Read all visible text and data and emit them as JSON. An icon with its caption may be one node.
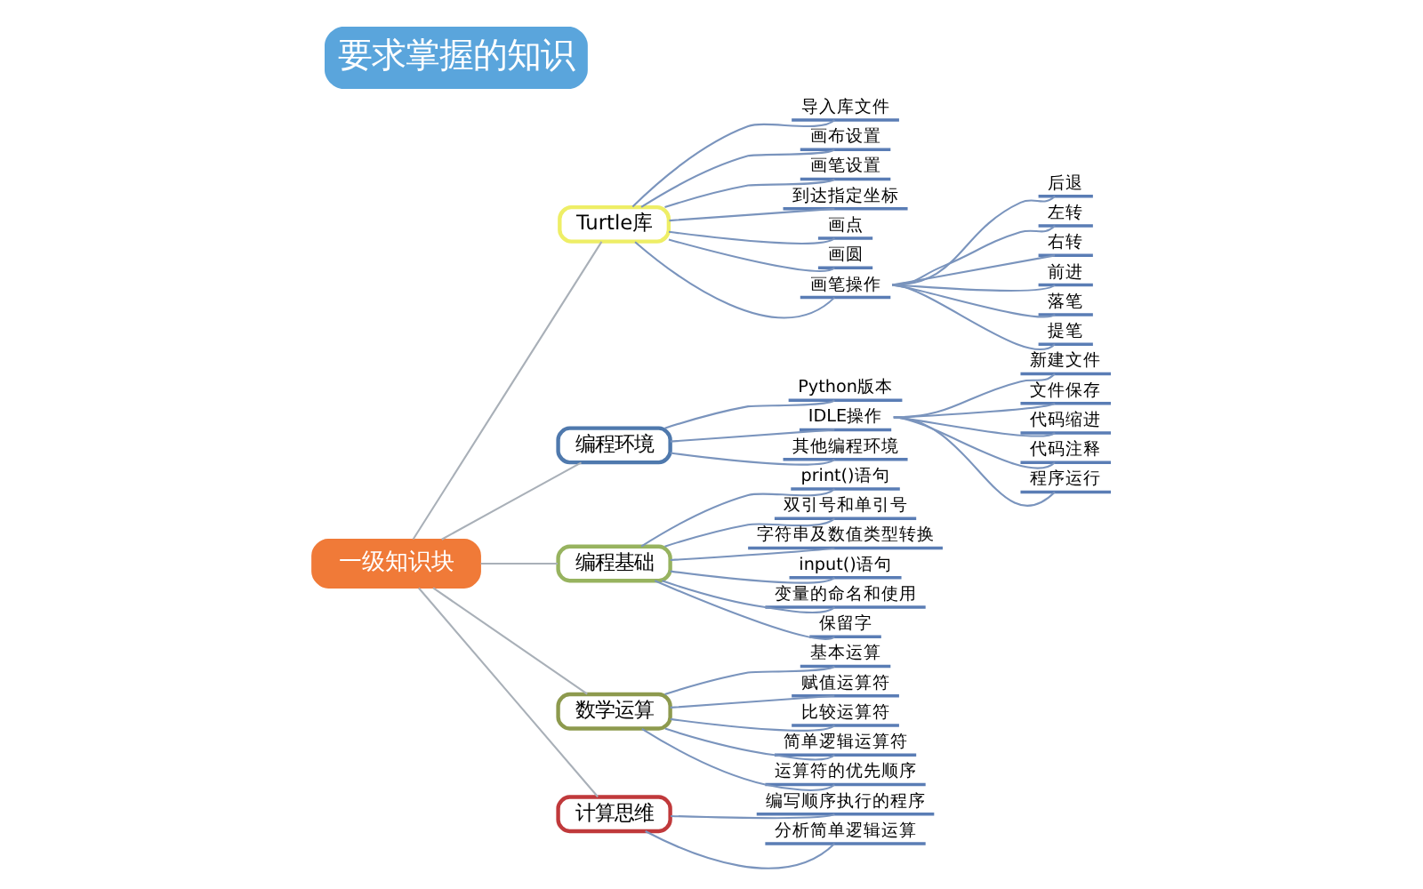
{
  "diagram": {
    "title": "要求掌握的知识",
    "nodes": [
      {
        "text": [
          "一级知识块"
        ]
      },
      {
        "text": [
          "Turtle库"
        ]
      },
      {
        "text": [
          "导入库文件"
        ]
      },
      {
        "text": [
          "画布设置"
        ]
      },
      {
        "text": [
          "画笔设置"
        ]
      },
      {
        "text": [
          "到达指定坐标"
        ]
      },
      {
        "text": [
          "画点"
        ]
      },
      {
        "text": [
          "画圆"
        ]
      },
      {
        "text": [
          "画笔操作"
        ]
      },
      {
        "text": [
          "后退"
        ]
      },
      {
        "text": [
          "左转"
        ]
      },
      {
        "text": [
          "右转"
        ]
      },
      {
        "text": [
          "前进"
        ]
      },
      {
        "text": [
          "落笔"
        ]
      },
      {
        "text": [
          "提笔"
        ]
      },
      {
        "text": [
          "编程环境"
        ]
      },
      {
        "text": [
          "Python版本"
        ]
      },
      {
        "text": [
          "IDLE操作"
        ]
      },
      {
        "text": [
          "新建文件"
        ]
      },
      {
        "text": [
          "文件保存"
        ]
      },
      {
        "text": [
          "代码缩进"
        ]
      },
      {
        "text": [
          "代码注释"
        ]
      },
      {
        "text": [
          "程序运行"
        ]
      },
      {
        "text": [
          "其他编程环境"
        ]
      },
      {
        "text": [
          "编程基础"
        ]
      },
      {
        "text": [
          "print()语句"
        ]
      },
      {
        "text": [
          "双引号和单引号"
        ]
      },
      {
        "text": [
          "字符串及数值类型转换"
        ]
      },
      {
        "text": [
          "input()语句"
        ]
      },
      {
        "text": [
          "变量的命名和使用"
        ]
      },
      {
        "text": [
          "保留字"
        ]
      },
      {
        "text": [
          "数学运算"
        ]
      },
      {
        "text": [
          "基本运算"
        ]
      },
      {
        "text": [
          "赋值运算符"
        ]
      },
      {
        "text": [
          "比较运算符"
        ]
      },
      {
        "text": [
          "简单逻辑运算符"
        ]
      },
      {
        "text": [
          "运算符的优先顺序"
        ]
      },
      {
        "text": [
          "计算思维"
        ]
      },
      {
        "text": [
          "编写顺序执行的程序"
        ]
      },
      {
        "text": [
          "分析简单逻辑运算"
        ]
      }
    ],
    "edges": [
      {
        "from": 0,
        "to": 1,
        "arrow": "none",
        "color": "#a9b0b8"
      },
      {
        "from": 1,
        "to": 2,
        "arrow": "none"
      },
      {
        "from": 1,
        "to": 3,
        "arrow": "none"
      },
      {
        "from": 1,
        "to": 4,
        "arrow": "none"
      },
      {
        "from": 1,
        "to": 5,
        "arrow": "none"
      },
      {
        "from": 1,
        "to": 6,
        "arrow": "none"
      },
      {
        "from": 1,
        "to": 7,
        "arrow": "none"
      },
      {
        "from": 1,
        "to": 8,
        "arrow": "none"
      },
      {
        "from": 8,
        "to": 9,
        "arrow": "none"
      },
      {
        "from": 8,
        "to": 10,
        "arrow": "none"
      },
      {
        "from": 8,
        "to": 11,
        "arrow": "none"
      },
      {
        "from": 8,
        "to": 12,
        "arrow": "none"
      },
      {
        "from": 8,
        "to": 13,
        "arrow": "none"
      },
      {
        "from": 8,
        "to": 14,
        "arrow": "none"
      },
      {
        "from": 0,
        "to": 15,
        "arrow": "none",
        "color": "#a9b0b8"
      },
      {
        "from": 15,
        "to": 16,
        "arrow": "none"
      },
      {
        "from": 15,
        "to": 17,
        "arrow": "none"
      },
      {
        "from": 17,
        "to": 18,
        "arrow": "none"
      },
      {
        "from": 17,
        "to": 19,
        "arrow": "none"
      },
      {
        "from": 17,
        "to": 20,
        "arrow": "none"
      },
      {
        "from": 17,
        "to": 21,
        "arrow": "none"
      },
      {
        "from": 17,
        "to": 22,
        "arrow": "none"
      },
      {
        "from": 15,
        "to": 23,
        "arrow": "none"
      },
      {
        "from": 0,
        "to": 24,
        "arrow": "none",
        "color": "#a9b0b8"
      },
      {
        "from": 24,
        "to": 25,
        "arrow": "none"
      },
      {
        "from": 24,
        "to": 26,
        "arrow": "none"
      },
      {
        "from": 24,
        "to": 27,
        "arrow": "none"
      },
      {
        "from": 24,
        "to": 28,
        "arrow": "none"
      },
      {
        "from": 24,
        "to": 29,
        "arrow": "none"
      },
      {
        "from": 24,
        "to": 30,
        "arrow": "none"
      },
      {
        "from": 0,
        "to": 31,
        "arrow": "none",
        "color": "#a9b0b8"
      },
      {
        "from": 31,
        "to": 32,
        "arrow": "none"
      },
      {
        "from": 31,
        "to": 33,
        "arrow": "none"
      },
      {
        "from": 31,
        "to": 34,
        "arrow": "none"
      },
      {
        "from": 31,
        "to": 35,
        "arrow": "none"
      },
      {
        "from": 31,
        "to": 36,
        "arrow": "none"
      },
      {
        "from": 0,
        "to": 37,
        "arrow": "none",
        "color": "#a9b0b8"
      },
      {
        "from": 37,
        "to": 38,
        "arrow": "none"
      },
      {
        "from": 37,
        "to": 39,
        "arrow": "none"
      }
    ]
  }
}
